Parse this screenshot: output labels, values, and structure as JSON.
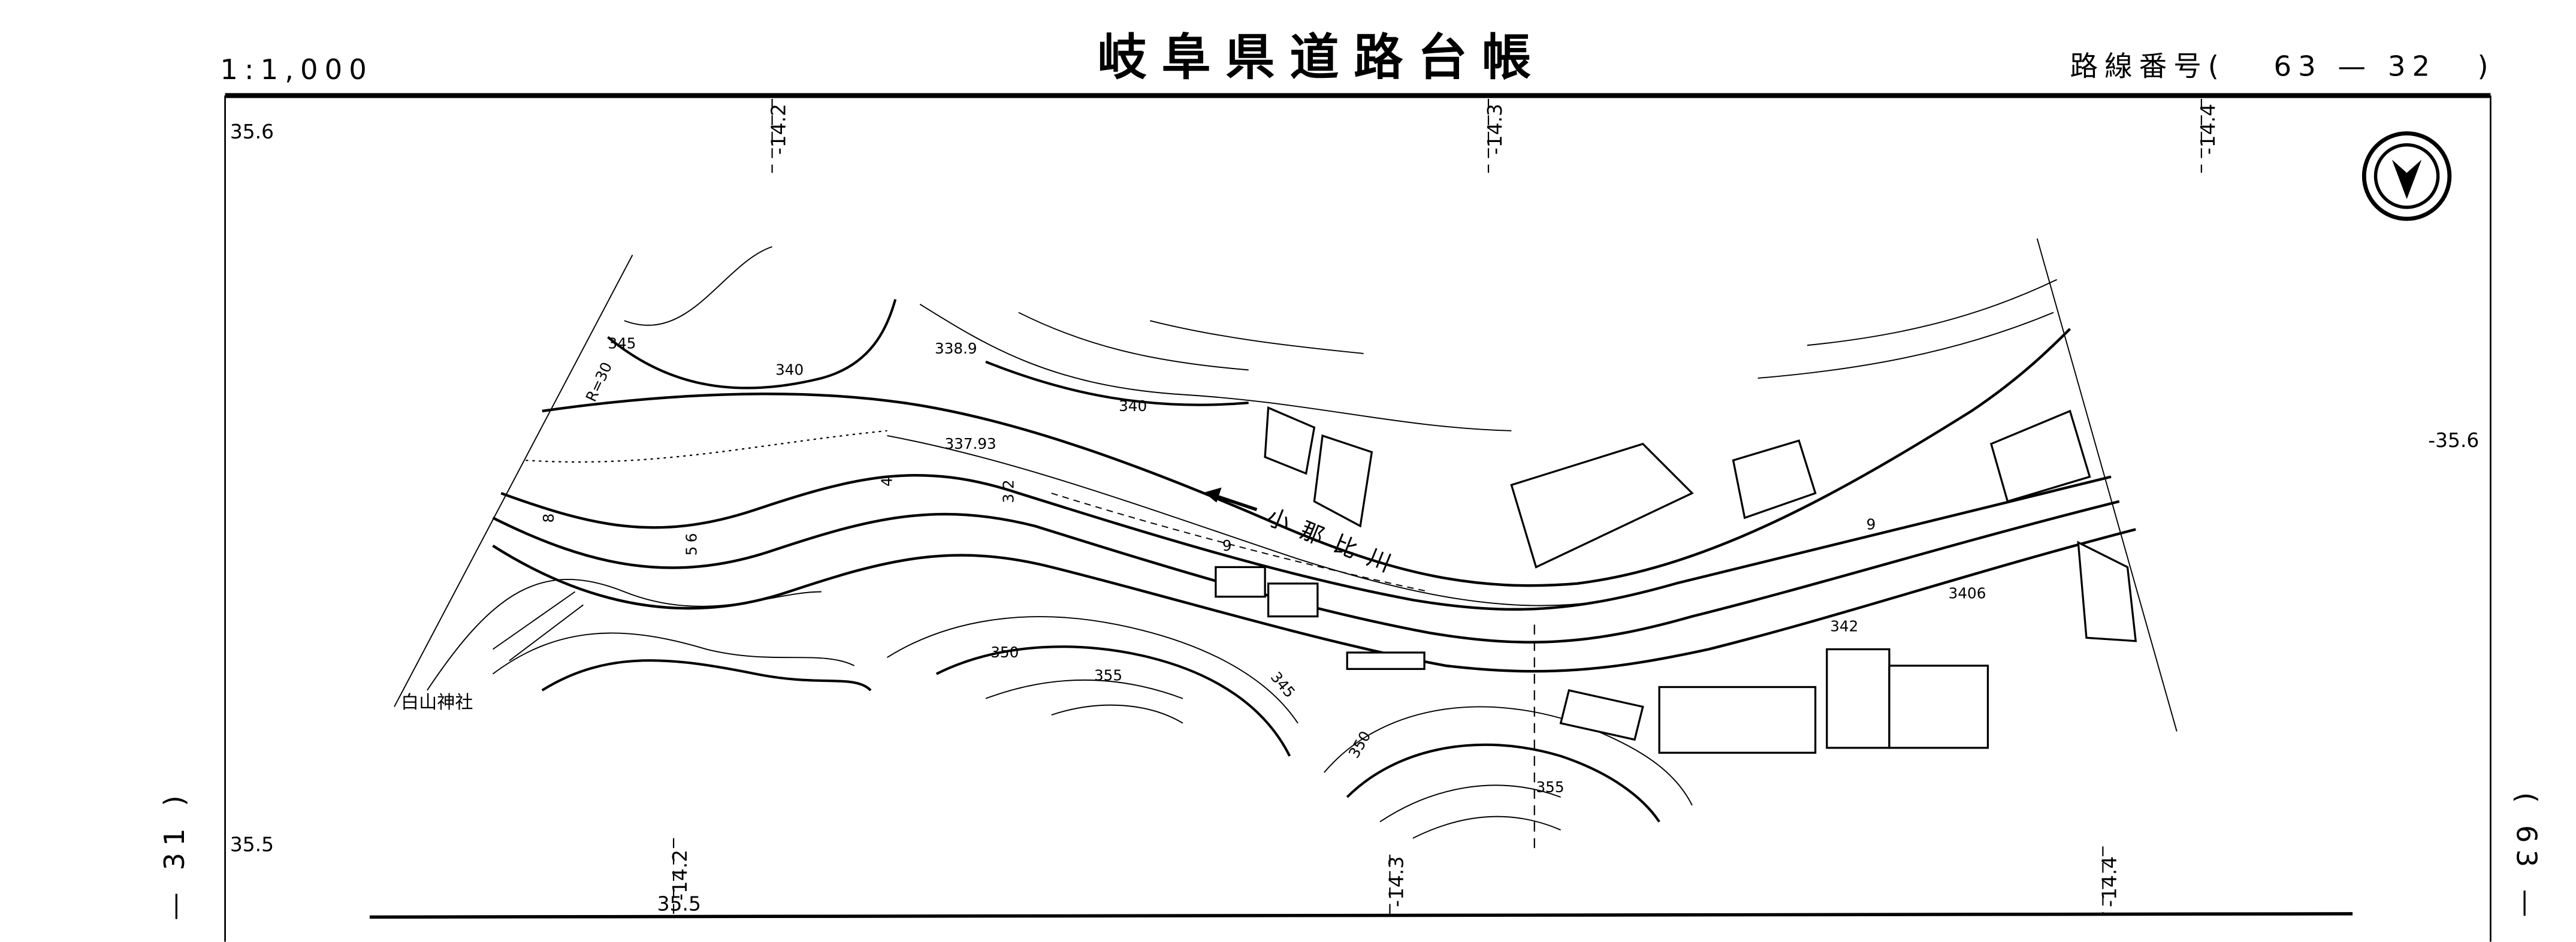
{
  "header": {
    "scale": "1:1,000",
    "title": "岐阜県道路台帳",
    "route_label": "路線番号(",
    "route_number": "63 — 32",
    "route_close": ")"
  },
  "grid_labels": {
    "top_left": "35.6",
    "top_1": "-14.2",
    "top_2": "-14.3",
    "top_3": "-14.4",
    "right": "-35.6",
    "left_bottom": "35.5",
    "bottom_1": "-14.2",
    "bottom_1b": "35.5",
    "bottom_2": "-14.3",
    "bottom_3": "-14.4"
  },
  "adjacent_sheets": {
    "left": "— 31 )",
    "right": "( 63 —"
  },
  "map_labels": {
    "radius": "R=30",
    "river": "小那比川",
    "shrine": "白山神社",
    "contour_345a": "345",
    "contour_340a": "340",
    "contour_340b": "340",
    "elev_3389": "338.9",
    "elev_33793": "337.93",
    "contour_350a": "350",
    "contour_355a": "355",
    "contour_345b": "345",
    "contour_350b": "350",
    "contour_355b": "355",
    "elev_3406": "3406",
    "elev_342": "342",
    "width_9a": "9",
    "width_9b": "9",
    "width_8": "8",
    "width_6": "6",
    "width_5": "5",
    "width_4": "4",
    "width_32": "3.2"
  },
  "icons": [
    "north-arrow-icon",
    "flow-direction-arrow-icon"
  ]
}
